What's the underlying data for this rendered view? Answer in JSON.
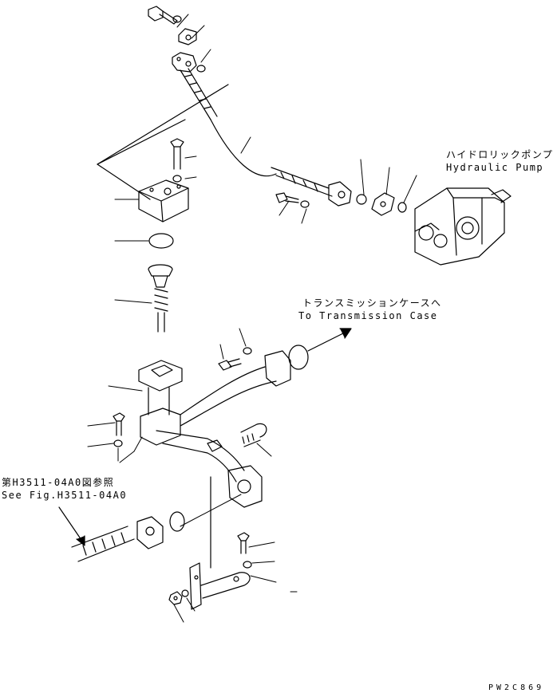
{
  "labels": {
    "hydraulic_pump_jp": "ハイドロリックポンプ",
    "hydraulic_pump_en": "Hydraulic Pump",
    "transmission_case_jp": "トランスミッションケースへ",
    "transmission_case_en": "To Transmission Case",
    "see_fig_jp": "第H3511-04A0図参照",
    "see_fig_en": "See Fig.H3511-04A0",
    "drawing_code": "PW2C869"
  }
}
